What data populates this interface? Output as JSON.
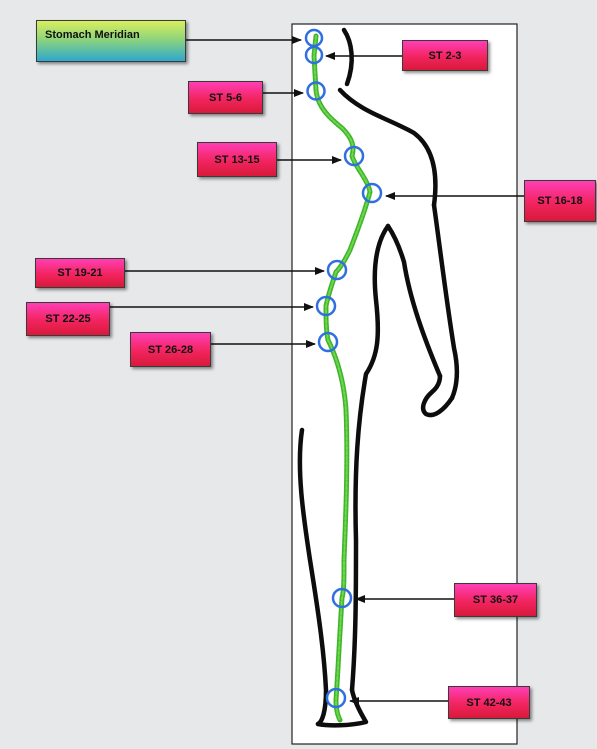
{
  "title": "Stomach Meridian",
  "labels": [
    {
      "id": "st-2-3",
      "text": "ST 2-3"
    },
    {
      "id": "st-5-6",
      "text": "ST 5-6"
    },
    {
      "id": "st-13-15",
      "text": "ST 13-15"
    },
    {
      "id": "st-16-18",
      "text": "ST 16-18"
    },
    {
      "id": "st-19-21",
      "text": "ST 19-21"
    },
    {
      "id": "st-22-25",
      "text": "ST 22-25"
    },
    {
      "id": "st-26-28",
      "text": "ST 26-28"
    },
    {
      "id": "st-36-37",
      "text": "ST 36-37"
    },
    {
      "id": "st-42-43",
      "text": "ST 42-43"
    }
  ],
  "colors": {
    "meridian_line": "#3fb52a",
    "acupoint_ring": "#2f6fe0",
    "label_fill": "#f2245f",
    "title_fill_top": "#d9ef5e",
    "title_fill_bottom": "#2ea8cf",
    "outline": "#111111"
  }
}
